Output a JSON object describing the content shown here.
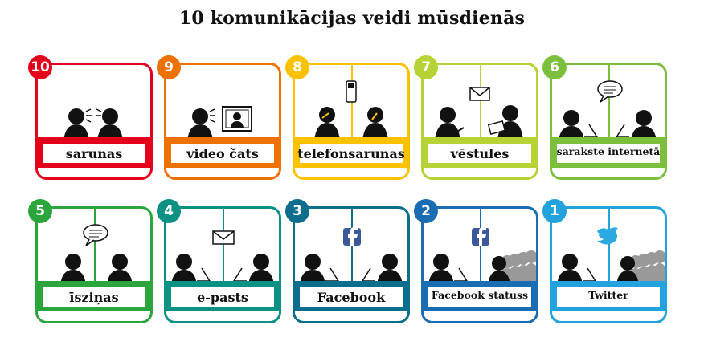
{
  "title": "10 komunikācijas veidi mūsdienās",
  "cards": [
    {
      "number": "10",
      "label": "sarunas",
      "color": "#e2001a"
    },
    {
      "number": "9",
      "label": "video čats",
      "color": "#ee7203"
    },
    {
      "number": "8",
      "label": "telefonsarunas",
      "color": "#fcc200"
    },
    {
      "number": "7",
      "label": "vēstules",
      "color": "#b5d334"
    },
    {
      "number": "6",
      "label": "sarakste internetā",
      "color": "#7bbf3c"
    },
    {
      "number": "5",
      "label": "īsziņas",
      "color": "#2ca63c"
    },
    {
      "number": "4",
      "label": "e-pasts",
      "color": "#0c9285"
    },
    {
      "number": "3",
      "label": "Facebook",
      "color": "#0d6d8c"
    },
    {
      "number": "2",
      "label": "Facebook statuss",
      "color": "#1b6db3"
    },
    {
      "number": "1",
      "label": "Twitter",
      "color": "#22a3dd"
    }
  ]
}
